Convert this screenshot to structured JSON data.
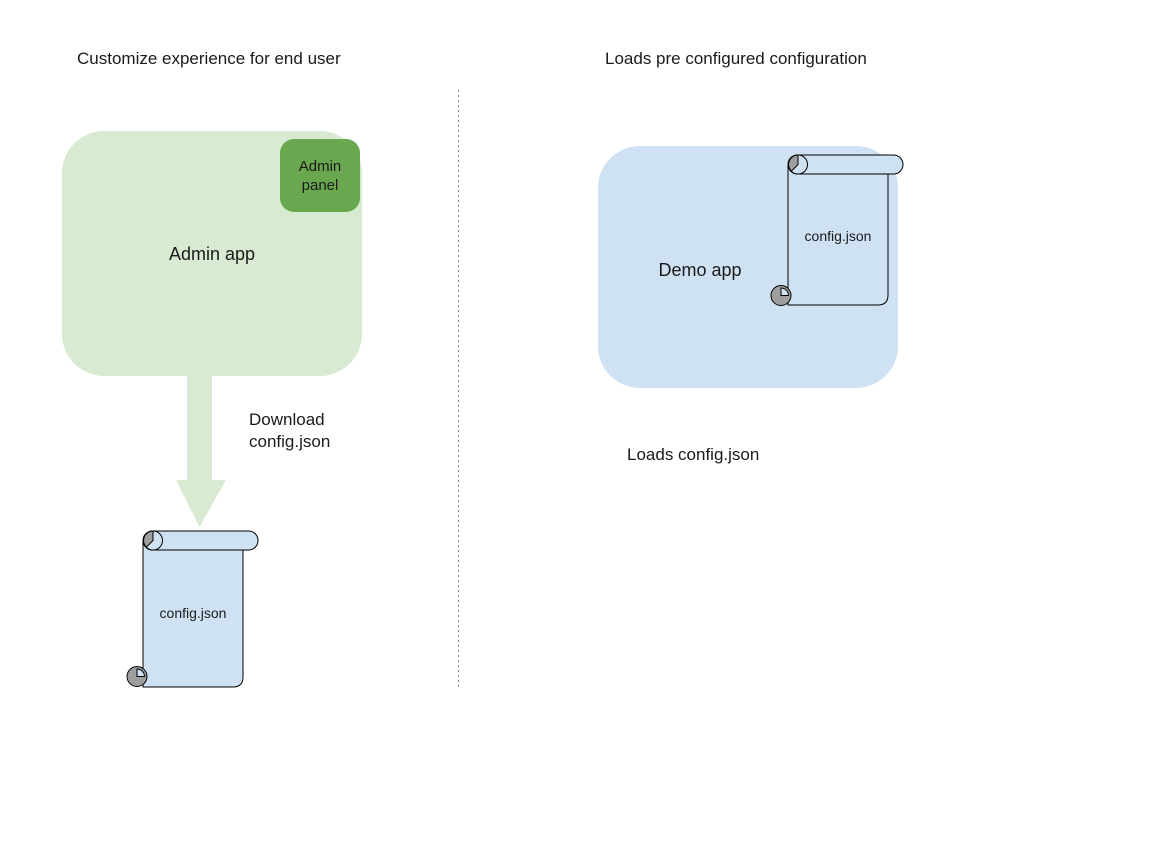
{
  "diagram": {
    "left": {
      "title": "Customize experience for end user",
      "admin_app_label": "Admin app",
      "admin_panel_label": "Admin panel",
      "arrow_label": "Download\nconfig.json",
      "config_file_label": "config.json"
    },
    "right": {
      "title": "Loads pre configured configuration",
      "demo_app_label": "Demo app",
      "config_file_label": "config.json",
      "caption": "Loads config.json"
    },
    "colors": {
      "app_green": "#d9ead3",
      "panel_green": "#6aa84f",
      "app_blue": "#cfe2f3",
      "scroll_blue": "#cfe2f3",
      "curl_gray": "#9e9e9e",
      "outline": "#000000",
      "divider_gray": "#8a8a8a",
      "text": "#1a1a1a"
    }
  }
}
